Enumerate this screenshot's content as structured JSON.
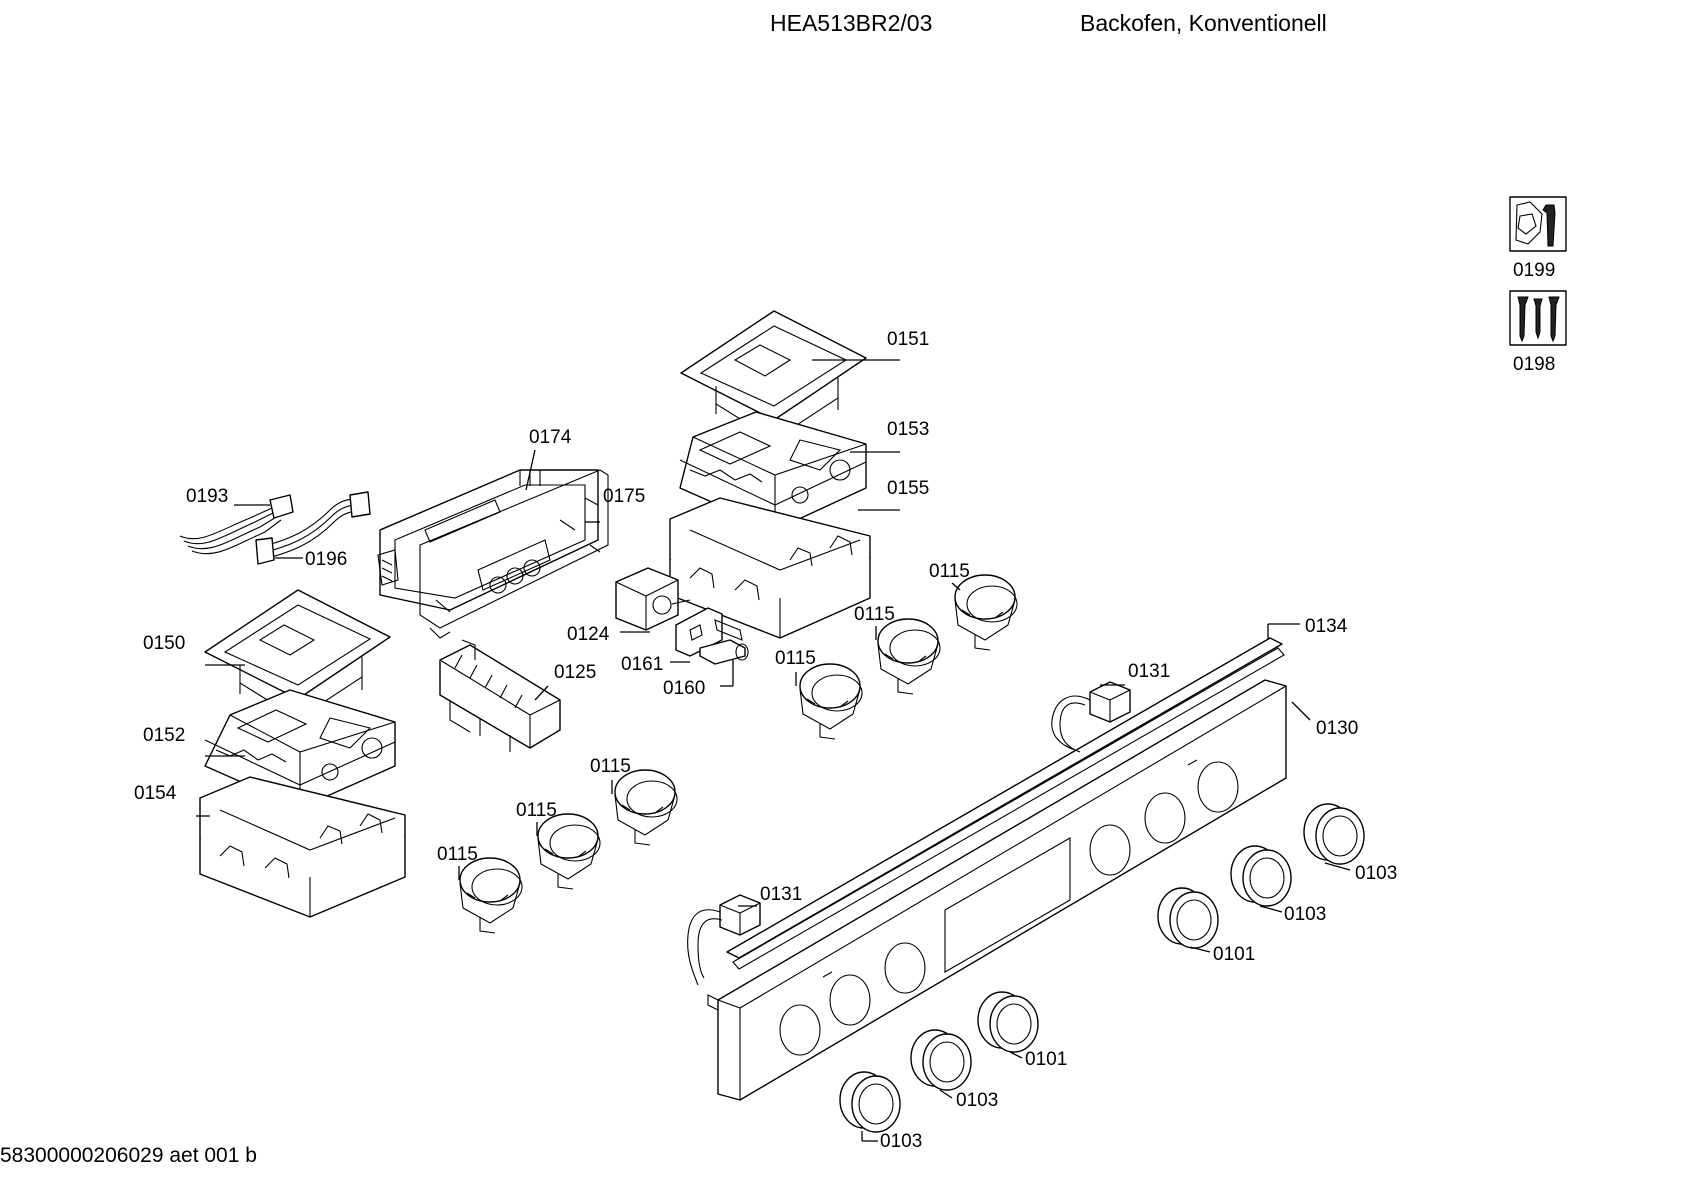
{
  "header": {
    "model": "HEA513BR2/03",
    "category": "Backofen, Konventionell"
  },
  "footer": {
    "doc_id": "58300000206029 aet 001 b"
  },
  "labels": {
    "l0151": "0151",
    "l0153": "0153",
    "l0155": "0155",
    "l0174": "0174",
    "l0175": "0175",
    "l0193": "0193",
    "l0196": "0196",
    "l0124": "0124",
    "l0161": "0161",
    "l0160": "0160",
    "l0150": "0150",
    "l0152": "0152",
    "l0154": "0154",
    "l0125": "0125",
    "l0115a": "0115",
    "l0115b": "0115",
    "l0115c": "0115",
    "l0115d": "0115",
    "l0115e": "0115",
    "l0115f": "0115",
    "l0134": "0134",
    "l0131a": "0131",
    "l0131b": "0131",
    "l0130": "0130",
    "l0103a": "0103",
    "l0103b": "0103",
    "l0103c": "0103",
    "l0103d": "0103",
    "l0101a": "0101",
    "l0101b": "0101",
    "l0199": "0199",
    "l0198": "0198"
  },
  "icons": {
    "service_kit": "wrench-icon",
    "screws_kit": "screws-icon"
  }
}
